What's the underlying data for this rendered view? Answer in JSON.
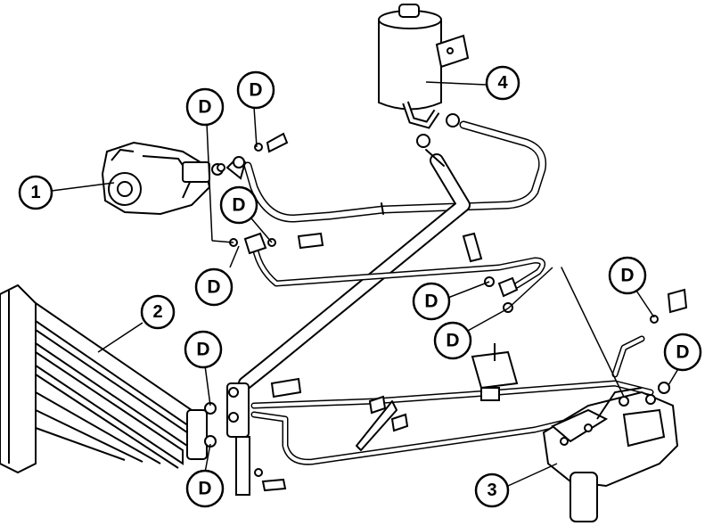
{
  "diagram": {
    "parts": [
      {
        "key": "pump",
        "label": "1"
      },
      {
        "key": "cooler",
        "label": "2"
      },
      {
        "key": "steering_gear",
        "label": "3"
      },
      {
        "key": "reservoir",
        "label": "4"
      }
    ],
    "washer_label": "D"
  }
}
